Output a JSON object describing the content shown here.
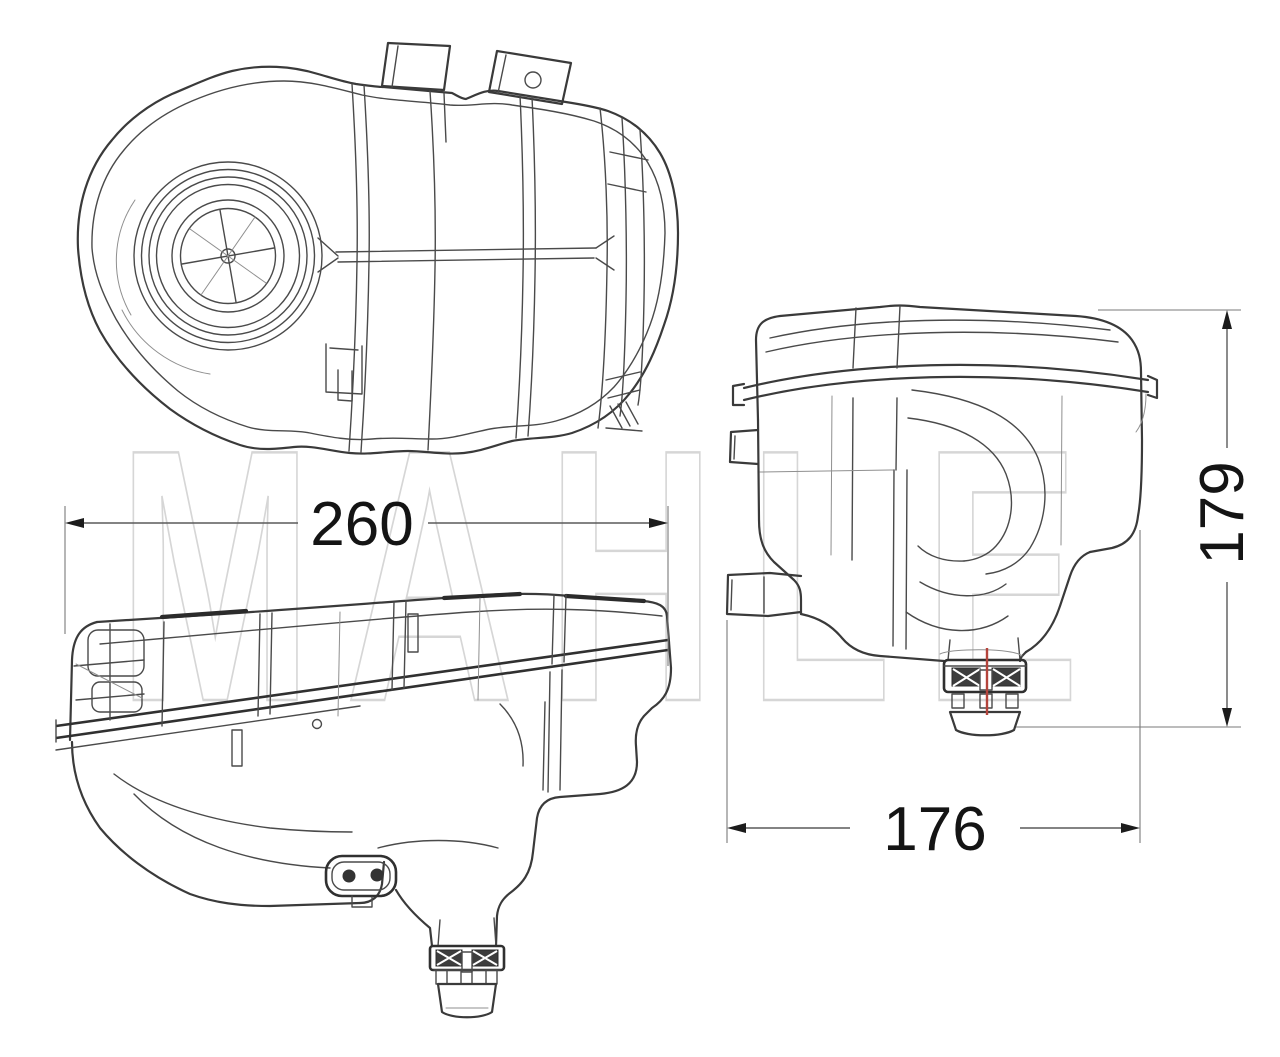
{
  "watermark": "MAHLE",
  "dimensions": {
    "width": "260",
    "depth": "176",
    "height": "179"
  },
  "colors": {
    "line": "#3a3a3a",
    "dimension": "#5a5a5a",
    "extension": "#7a7a7a",
    "arrow": "#1c1c1c",
    "text": "#141414",
    "centerline_red": "#b4443c",
    "watermark": "#d6d6d6",
    "background": "#ffffff",
    "dark_fill": "#3d3d3d"
  }
}
